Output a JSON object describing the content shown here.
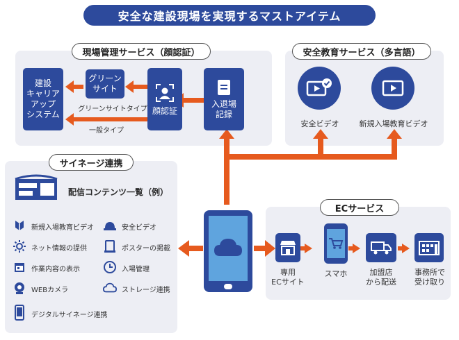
{
  "title": "安全な建設現場を実現するマストアイテム",
  "site_mgmt": {
    "label": "現場管理サービス（顔認証）",
    "ccus": "建設\nキャリア\nアップ\nシステム",
    "green_site": "グリーン\nサイト",
    "green_site_type": "グリーンサイトタイプ",
    "general_type": "一般タイプ",
    "face_auth": "顔認証",
    "entry_exit": "入退場\n記録"
  },
  "safety_edu": {
    "label": "安全教育サービス（多言語）",
    "video1": "安全ビデオ",
    "video2": "新規入場教育ビデオ"
  },
  "signage": {
    "label": "サイネージ連携",
    "list_title": "配信コンテンツ一覧（例）",
    "items": [
      {
        "icon": "beginner-mark-icon",
        "label": "新規入場教育ビデオ"
      },
      {
        "icon": "hardhat-icon",
        "label": "安全ビデオ"
      },
      {
        "icon": "sun-icon",
        "label": "ネット情報の提供"
      },
      {
        "icon": "poster-icon",
        "label": "ポスターの掲載"
      },
      {
        "icon": "calendar-icon",
        "label": "作業内容の表示"
      },
      {
        "icon": "clock-icon",
        "label": "入場管理"
      },
      {
        "icon": "webcam-icon",
        "label": "WEBカメラ"
      },
      {
        "icon": "cloud-icon",
        "label": "ストレージ連携"
      },
      {
        "icon": "tablet-icon",
        "label": "デジタルサイネージ連携"
      }
    ]
  },
  "ec": {
    "label": "ECサービス",
    "steps": [
      {
        "icon": "shop-icon",
        "label": "専用\nECサイト"
      },
      {
        "icon": "smartphone-cart-icon",
        "label": "スマホ"
      },
      {
        "icon": "truck-icon",
        "label": "加盟店\nから配送"
      },
      {
        "icon": "office-building-icon",
        "label": "事務所で\n受け取り"
      }
    ]
  },
  "colors": {
    "navy": "#2d4a9c",
    "orange": "#e65a1e",
    "panel": "#edeef4"
  }
}
